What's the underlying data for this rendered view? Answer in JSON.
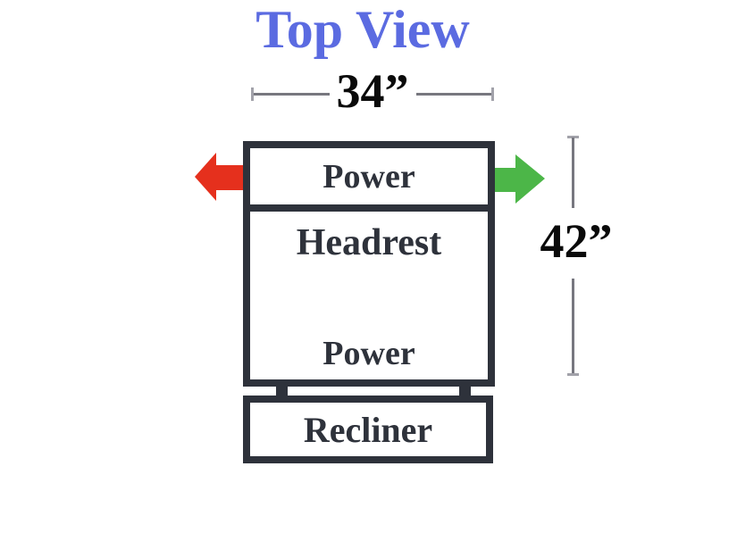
{
  "title": "Top View",
  "dimensions": {
    "width_label": "34”",
    "height_label": "42”"
  },
  "diagram": {
    "top_section_label": "Power",
    "middle_section_label": "Headrest",
    "bottom_section_label": "Power",
    "base_label": "Recliner"
  },
  "icons": {
    "left_arrow": "red-left-arrow",
    "right_arrow": "green-right-arrow"
  },
  "colors": {
    "charcoal": "#2e323b",
    "title_blue": "#5b6be1",
    "arrow_red": "#e5301d",
    "arrow_green": "#4cb648",
    "dim_line": "#77777f",
    "dim_cap": "#a2a2aa",
    "dim_text": "#0a0a0a"
  }
}
